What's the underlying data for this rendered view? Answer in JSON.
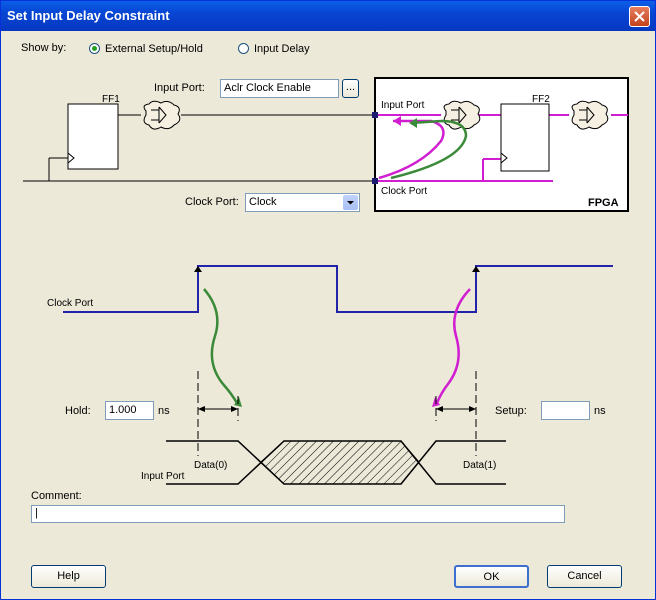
{
  "window": {
    "title": "Set Input Delay Constraint"
  },
  "show_by": {
    "label": "Show by:",
    "options": [
      {
        "label": "External Setup/Hold",
        "selected": true
      },
      {
        "label": "Input Delay",
        "selected": false
      }
    ]
  },
  "input_port": {
    "label": "Input Port:",
    "value": "Aclr Clock Enable",
    "browse_label": "..."
  },
  "clock_port": {
    "label": "Clock Port:",
    "value": "Clock"
  },
  "schematic": {
    "ff1": "FF1",
    "ff2": "FF2",
    "fpga": "FPGA",
    "input_port_pin": "Input Port",
    "clock_port_pin": "Clock Port"
  },
  "waveform": {
    "clock_label": "Clock Port",
    "input_label": "Input Port",
    "data0": "Data(0)",
    "data1": "Data(1)"
  },
  "hold": {
    "label": "Hold:",
    "value": "1.000",
    "unit": "ns"
  },
  "setup": {
    "label": "Setup:",
    "value": "",
    "unit": "ns"
  },
  "comment": {
    "label": "Comment:",
    "value": "|"
  },
  "buttons": {
    "help": "Help",
    "ok": "OK",
    "cancel": "Cancel"
  },
  "colors": {
    "clock_wave": "#2222aa",
    "hold_arrow": "#3a8a3a",
    "setup_arrow": "#dd10dd"
  }
}
